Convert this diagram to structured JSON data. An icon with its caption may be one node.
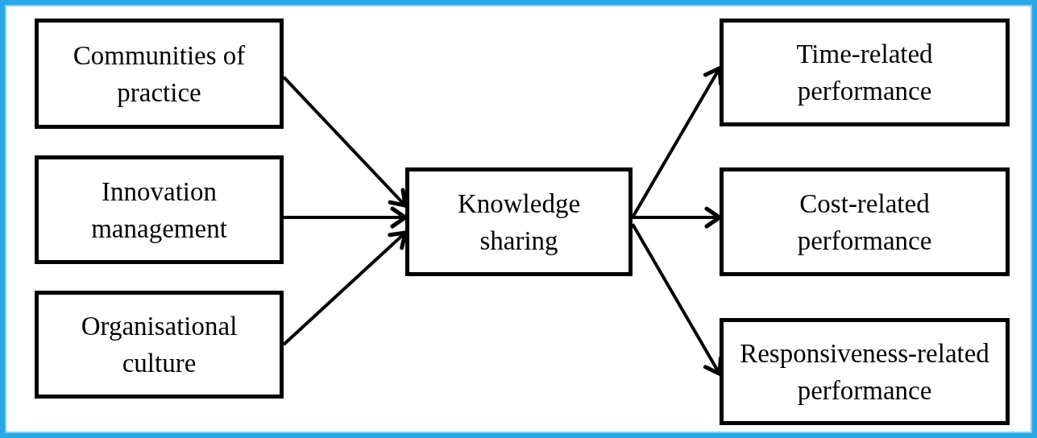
{
  "diagram": {
    "nodes": [
      {
        "text": [
          "Communities of practice"
        ]
      },
      {
        "text": [
          "Innovation management"
        ]
      },
      {
        "text": [
          "Organisational culture"
        ]
      },
      {
        "text": [
          "Knowledge sharing"
        ]
      },
      {
        "text": [
          "Time-related performance"
        ]
      },
      {
        "text": [
          "Cost-related performance"
        ]
      },
      {
        "text": [
          "Responsiveness-related performance"
        ]
      }
    ],
    "edges": [
      {
        "from": 0,
        "to": 3,
        "arrow": "to"
      },
      {
        "from": 1,
        "to": 3,
        "arrow": "to"
      },
      {
        "from": 2,
        "to": 3,
        "arrow": "to"
      },
      {
        "from": 3,
        "to": 4,
        "arrow": "to"
      },
      {
        "from": 3,
        "to": 5,
        "arrow": "to"
      },
      {
        "from": 3,
        "to": 6,
        "arrow": "to"
      }
    ]
  }
}
